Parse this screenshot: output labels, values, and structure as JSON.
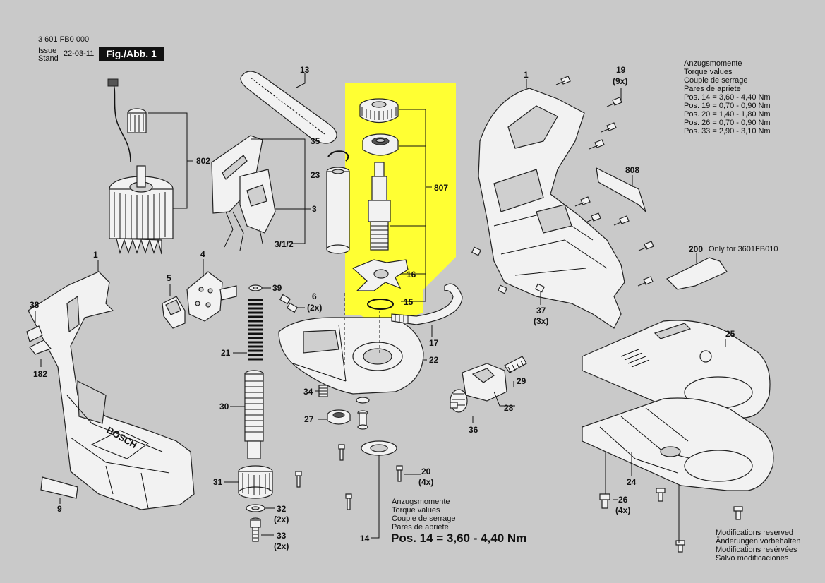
{
  "header": {
    "doc_number": "3 601 FB0 000",
    "issue_label": "Issue",
    "stand_label": "Stand",
    "date": "22-03-11",
    "figure_label": "Fig./Abb. 1"
  },
  "torque_top": {
    "lines": [
      "Anzugsmomente",
      "Torque values",
      "Couple de serrage",
      "Pares de apriete"
    ],
    "values": [
      "Pos. 14 = 3,60 - 4,40 Nm",
      "Pos. 19 = 0,70 - 0,90 Nm",
      "Pos. 20 = 1,40 - 1,80 Nm",
      "Pos. 26 = 0,70 - 0,90 Nm",
      "Pos. 33 = 2,90 - 3,10 Nm"
    ]
  },
  "torque_bottom": {
    "lines": [
      "Anzugsmomente",
      "Torque values",
      "Couple de serrage",
      "Pares de apriete"
    ],
    "highlight": "Pos. 14 = 3,60 - 4,40 Nm"
  },
  "modifications": [
    "Modifications reserved",
    "Änderungen vorbehalten",
    "Modifications resérvées",
    "Salvo modificaciones"
  ],
  "note_200": "Only for 3601FB010",
  "highlight_color": "#ffff33",
  "labels": {
    "p1a": "1",
    "p1b": "1",
    "p3": "3",
    "p312": "3/1/2",
    "p4": "4",
    "p5": "5",
    "p6": "6",
    "p6q": "(2x)",
    "p9": "9",
    "p13": "13",
    "p14": "14",
    "p15": "15",
    "p16": "16",
    "p17": "17",
    "p19": "19",
    "p19q": "(9x)",
    "p20": "20",
    "p20q": "(4x)",
    "p21": "21",
    "p22": "22",
    "p23": "23",
    "p24": "24",
    "p25": "25",
    "p26": "26",
    "p26q": "(4x)",
    "p27": "27",
    "p28": "28",
    "p29": "29",
    "p30": "30",
    "p31": "31",
    "p32": "32",
    "p32q": "(2x)",
    "p33": "33",
    "p33q": "(2x)",
    "p34": "34",
    "p35": "35",
    "p36": "36",
    "p37": "37",
    "p37q": "(3x)",
    "p38": "38",
    "p39": "39",
    "p182": "182",
    "p200": "200",
    "p802": "802",
    "p807": "807",
    "p808": "808"
  }
}
